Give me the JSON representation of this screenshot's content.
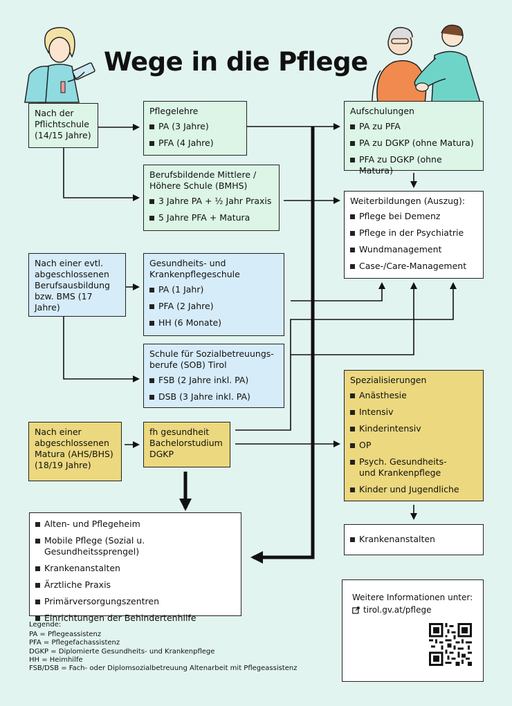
{
  "title": "Wege in die Pflege",
  "start_nodes": {
    "pflichtschule": [
      "Nach der",
      "Pflichtschule",
      "(14/15 Jahre)"
    ],
    "berufsausbildung": [
      "Nach einer evtl.",
      "abgeschlossenen",
      "Berufsausbildung",
      "bzw. BMS (17 Jahre)"
    ],
    "matura": [
      "Nach einer",
      "abgeschlossenen",
      "Matura (AHS/BHS)",
      "(18/19 Jahre)"
    ]
  },
  "pflegelehre": {
    "title": "Pflegelehre",
    "items": [
      "PA (3 Jahre)",
      "PFA (4 Jahre)"
    ]
  },
  "bmhs": {
    "title": [
      "Berufsbildende Mittlere /",
      "Höhere Schule (BMHS)"
    ],
    "items": [
      "3 Jahre PA + ½ Jahr Praxis",
      "5 Jahre PFA + Matura"
    ]
  },
  "gukps": {
    "title": [
      "Gesundheits- und",
      "Krankenpflegeschule"
    ],
    "items": [
      "PA (1 Jahr)",
      "PFA (2 Jahre)",
      "HH (6 Monate)"
    ]
  },
  "sob": {
    "title": [
      "Schule für Sozialbetreuungs-",
      "berufe (SOB) Tirol"
    ],
    "items": [
      "FSB (2 Jahre inkl. PA)",
      "DSB (3 Jahre inkl. PA)"
    ]
  },
  "fh": {
    "title": [
      "fh gesundheit",
      "Bachelorstudium",
      "DGKP"
    ]
  },
  "aufschulungen": {
    "title": "Aufschulungen",
    "items": [
      "PA zu PFA",
      "PA zu DGKP (ohne Matura)",
      "PFA zu DGKP (ohne Matura)"
    ]
  },
  "weiterbildungen": {
    "title": "Weiterbildungen (Auszug):",
    "items": [
      "Pflege bei Demenz",
      "Pflege in der Psychiatrie",
      "Wundmanagement",
      "Case-/Care-Management"
    ]
  },
  "spezialisierungen": {
    "title": "Spezialisierungen",
    "items": [
      "Anästhesie",
      "Intensiv",
      "Kinderintensiv",
      "OP",
      "Psych. Gesundheits-\nund Krankenpflege",
      "Kinder und Jugendliche"
    ]
  },
  "krankenanstalten": {
    "items": [
      "Krankenanstalten"
    ]
  },
  "arbeitsfelder": {
    "items": [
      "Alten- und Pflegeheim",
      "Mobile Pflege (Sozial u. Gesundheitssprengel)",
      "Krankenanstalten",
      "Ärztliche Praxis",
      "Primärversorgungszentren",
      "Einrichtungen der Behindertenhilfe"
    ]
  },
  "legend": {
    "title": "Legende:",
    "entries": [
      "PA = Pflegeassistenz",
      "PFA = Pflegefachassistenz",
      "DGKP = Diplomierte Gesundheits- und Krankenpflege",
      "HH = Heimhilfe",
      "FSB/DSB = Fach- oder Diplomsozialbetreuung Altenarbeit mit Pflegeassistenz"
    ]
  },
  "info": {
    "label": "Weitere Informationen unter:",
    "link": "tirol.gv.at/pflege",
    "link_icon": "external-link-icon",
    "qr": "qr-code"
  },
  "colors": {
    "background": "#e2f4ef",
    "green": "#dcf5e6",
    "blue": "#d6ecf8",
    "yellow": "#ecd87e",
    "white": "#ffffff",
    "line": "#111111"
  }
}
